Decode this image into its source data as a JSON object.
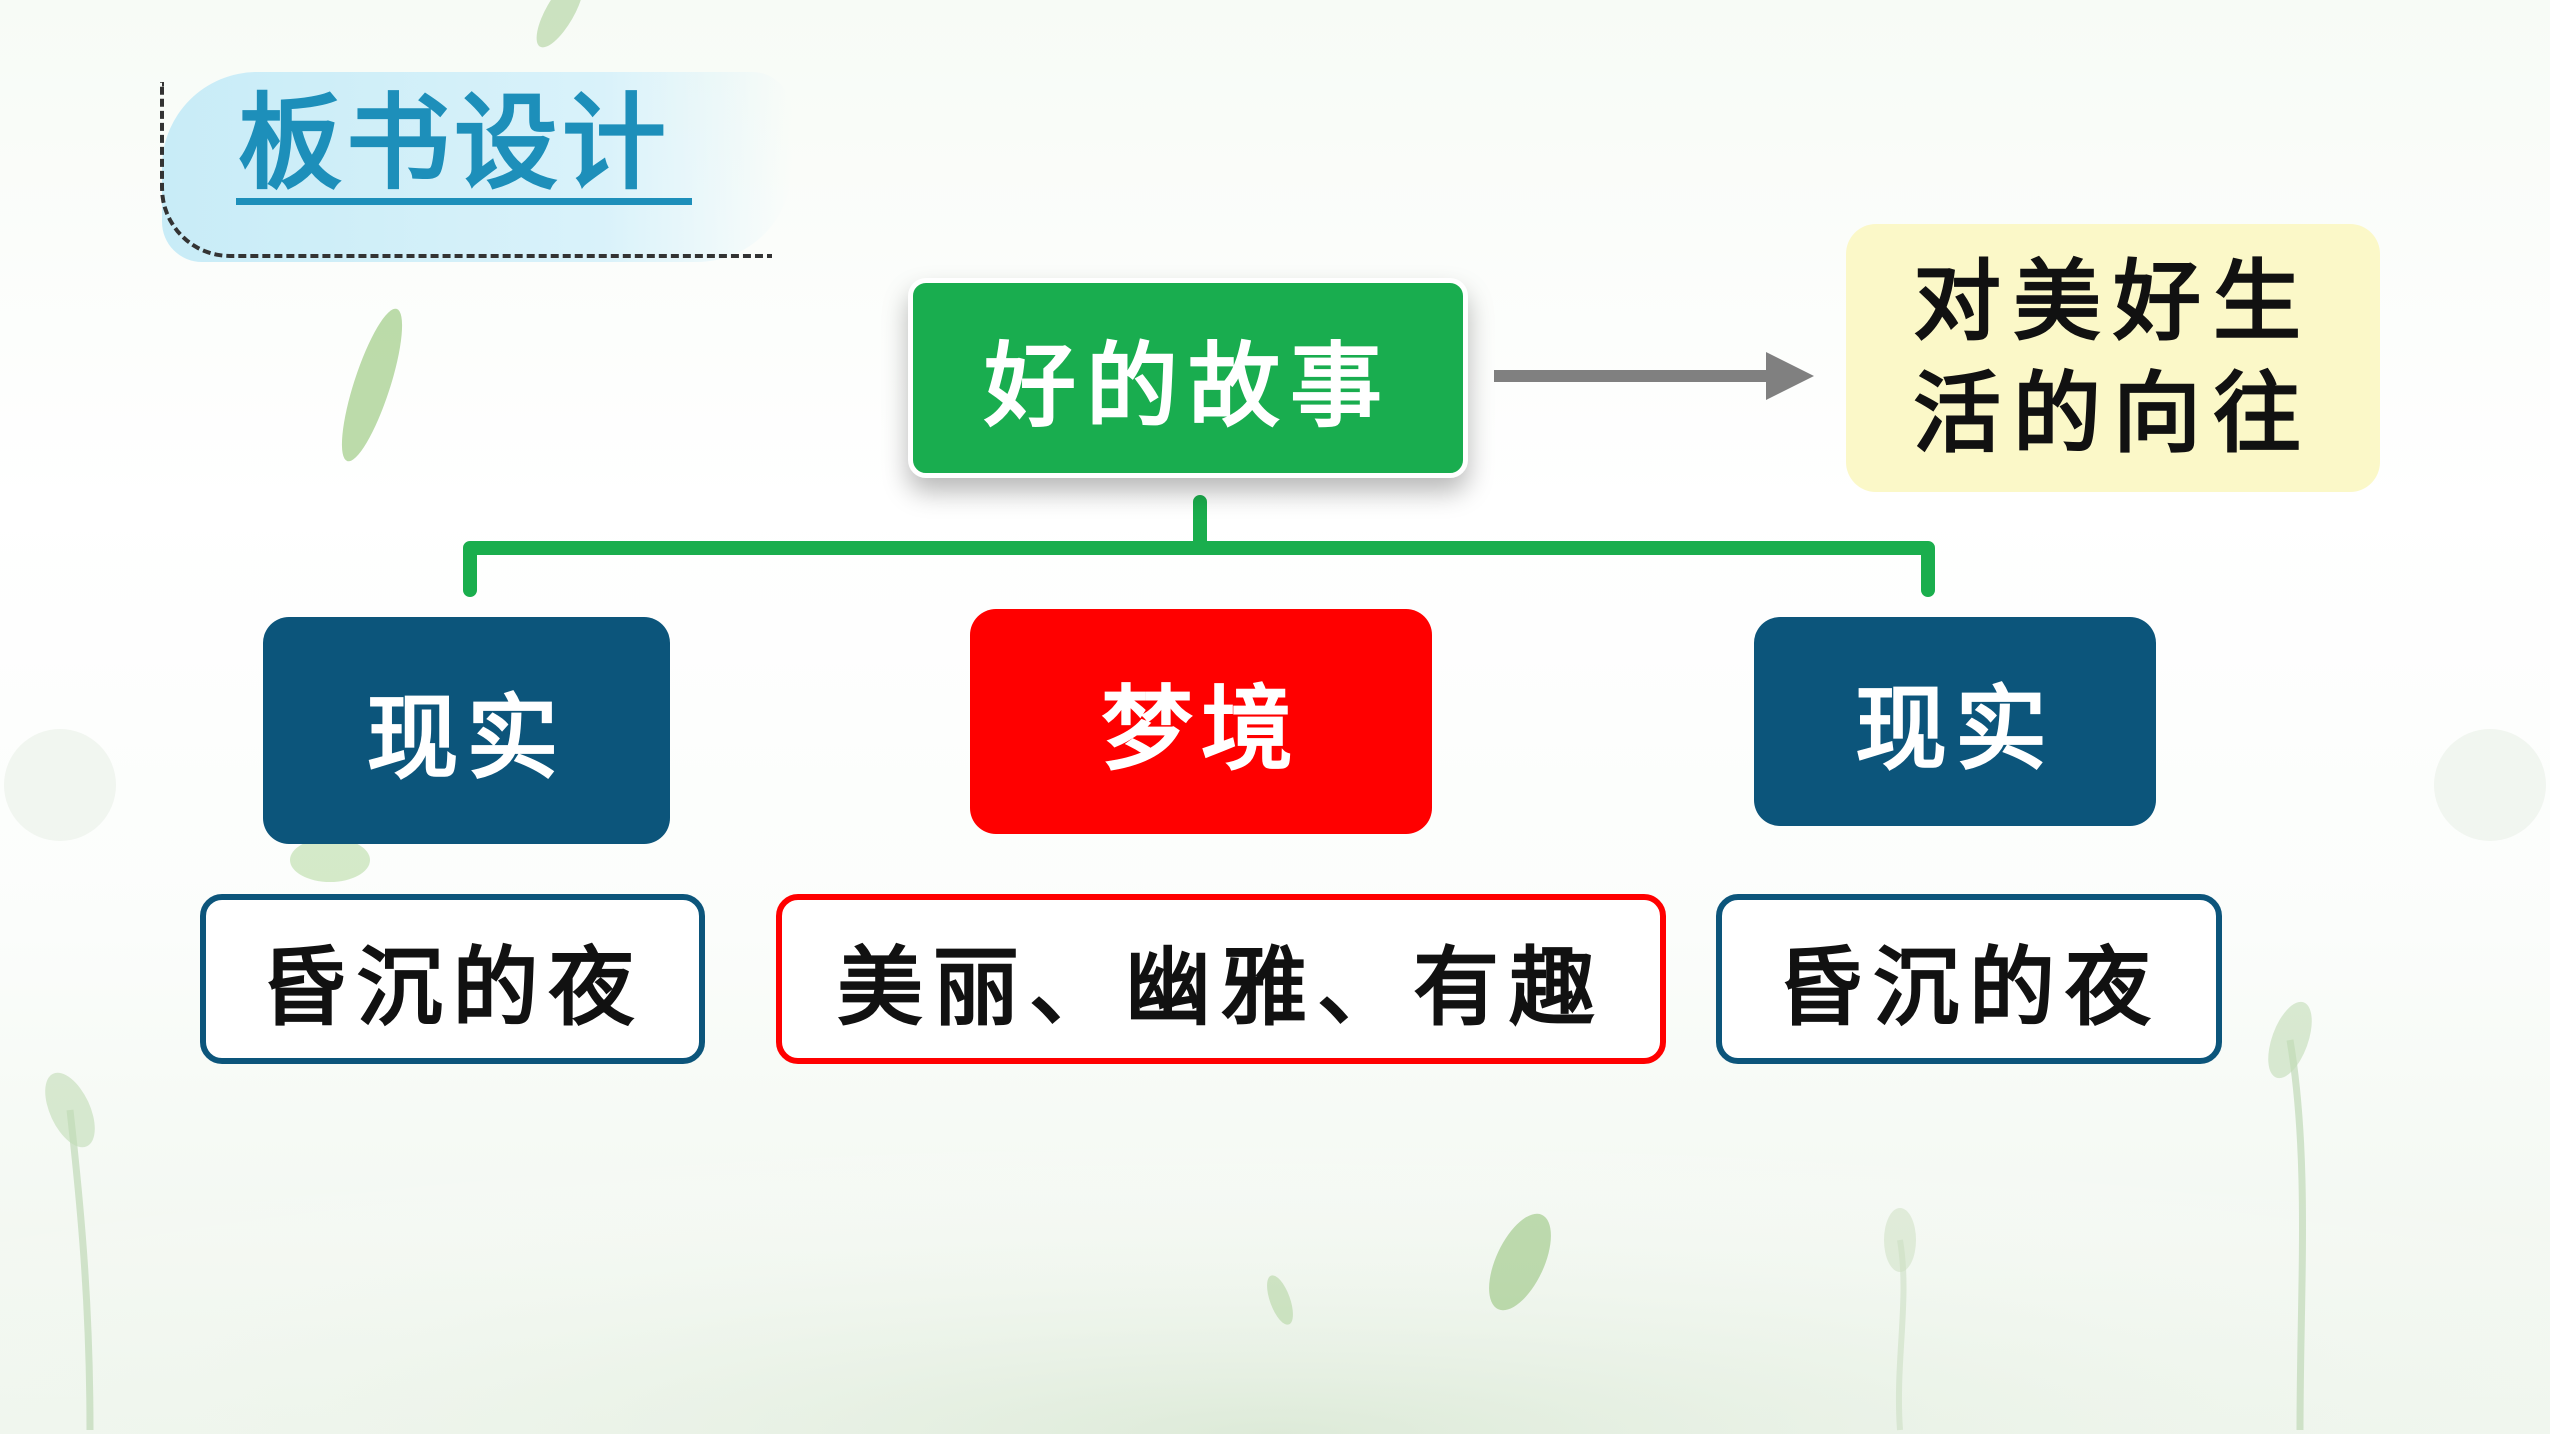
{
  "title": "板书设计",
  "root": "好的故事",
  "result": "对美好生\n活的向往",
  "stages": [
    {
      "label": "现实",
      "description": "昏沉的夜"
    },
    {
      "label": "梦境",
      "description": "美丽、幽雅、有趣"
    },
    {
      "label": "现实",
      "description": "昏沉的夜"
    }
  ],
  "colors": {
    "title_blue": "#1d8fba",
    "root_green": "#19ad4f",
    "connector_green": "#1aae4d",
    "reality_blue": "#0c557b",
    "dream_red": "#ff0000",
    "result_yellow": "#fbf8c8",
    "arrow_gray": "#808080"
  }
}
